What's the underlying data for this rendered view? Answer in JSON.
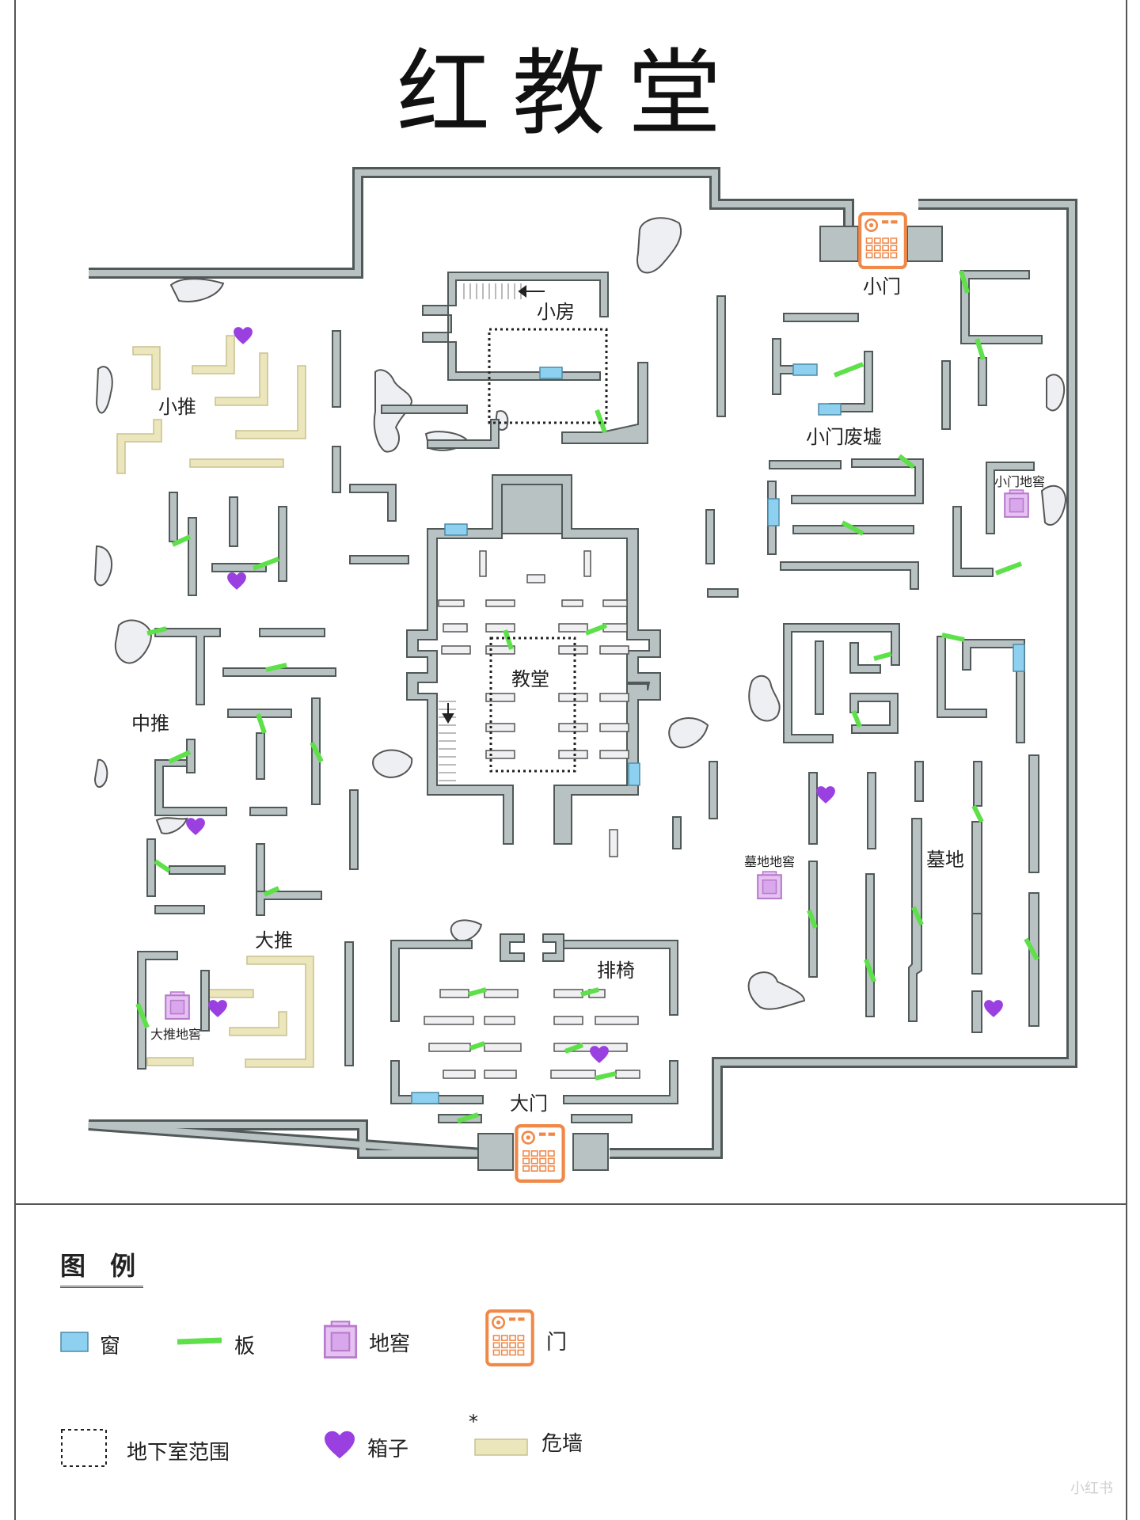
{
  "title": "红教堂",
  "labels": {
    "small_room": "小房",
    "small_push": "小推",
    "small_gate": "小门",
    "small_gate_ruins": "小门废墟",
    "small_gate_cellar": "小门地窖",
    "church": "教堂",
    "middle_push": "中推",
    "big_push": "大推",
    "big_push_cellar": "大推地窖",
    "graveyard_cellar": "墓地地窖",
    "graveyard": "墓地",
    "pews": "排椅",
    "main_gate": "大门"
  },
  "legend": {
    "title": "图 例",
    "window": "窗",
    "pallet": "板",
    "cellar": "地窖",
    "gate": "门",
    "basement_area": "地下室范围",
    "chest": "箱子",
    "danger_wall": "危墙",
    "danger_mark": "*"
  },
  "colors": {
    "wall_fill": "#b9c2c2",
    "wall_stroke": "#505858",
    "window": "#8ed0f0",
    "pallet": "#5ee04a",
    "cellar": "#d8a8e8",
    "gate": "#f08848",
    "chest": "#9a3fe0",
    "danger_wall": "#ece6bc",
    "rock": "#eeeff2"
  },
  "watermark": "小红书"
}
